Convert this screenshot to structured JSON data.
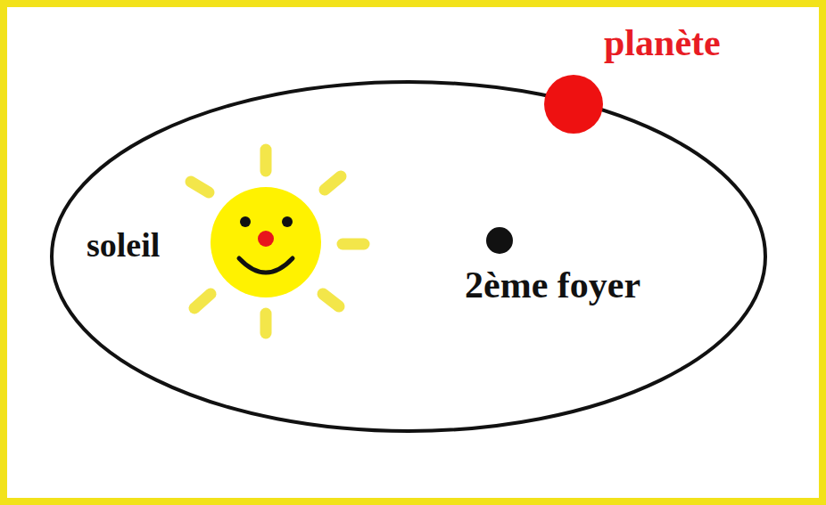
{
  "diagram": {
    "labels": [
      "planète",
      "soleil",
      "2ème foyer"
    ]
  }
}
